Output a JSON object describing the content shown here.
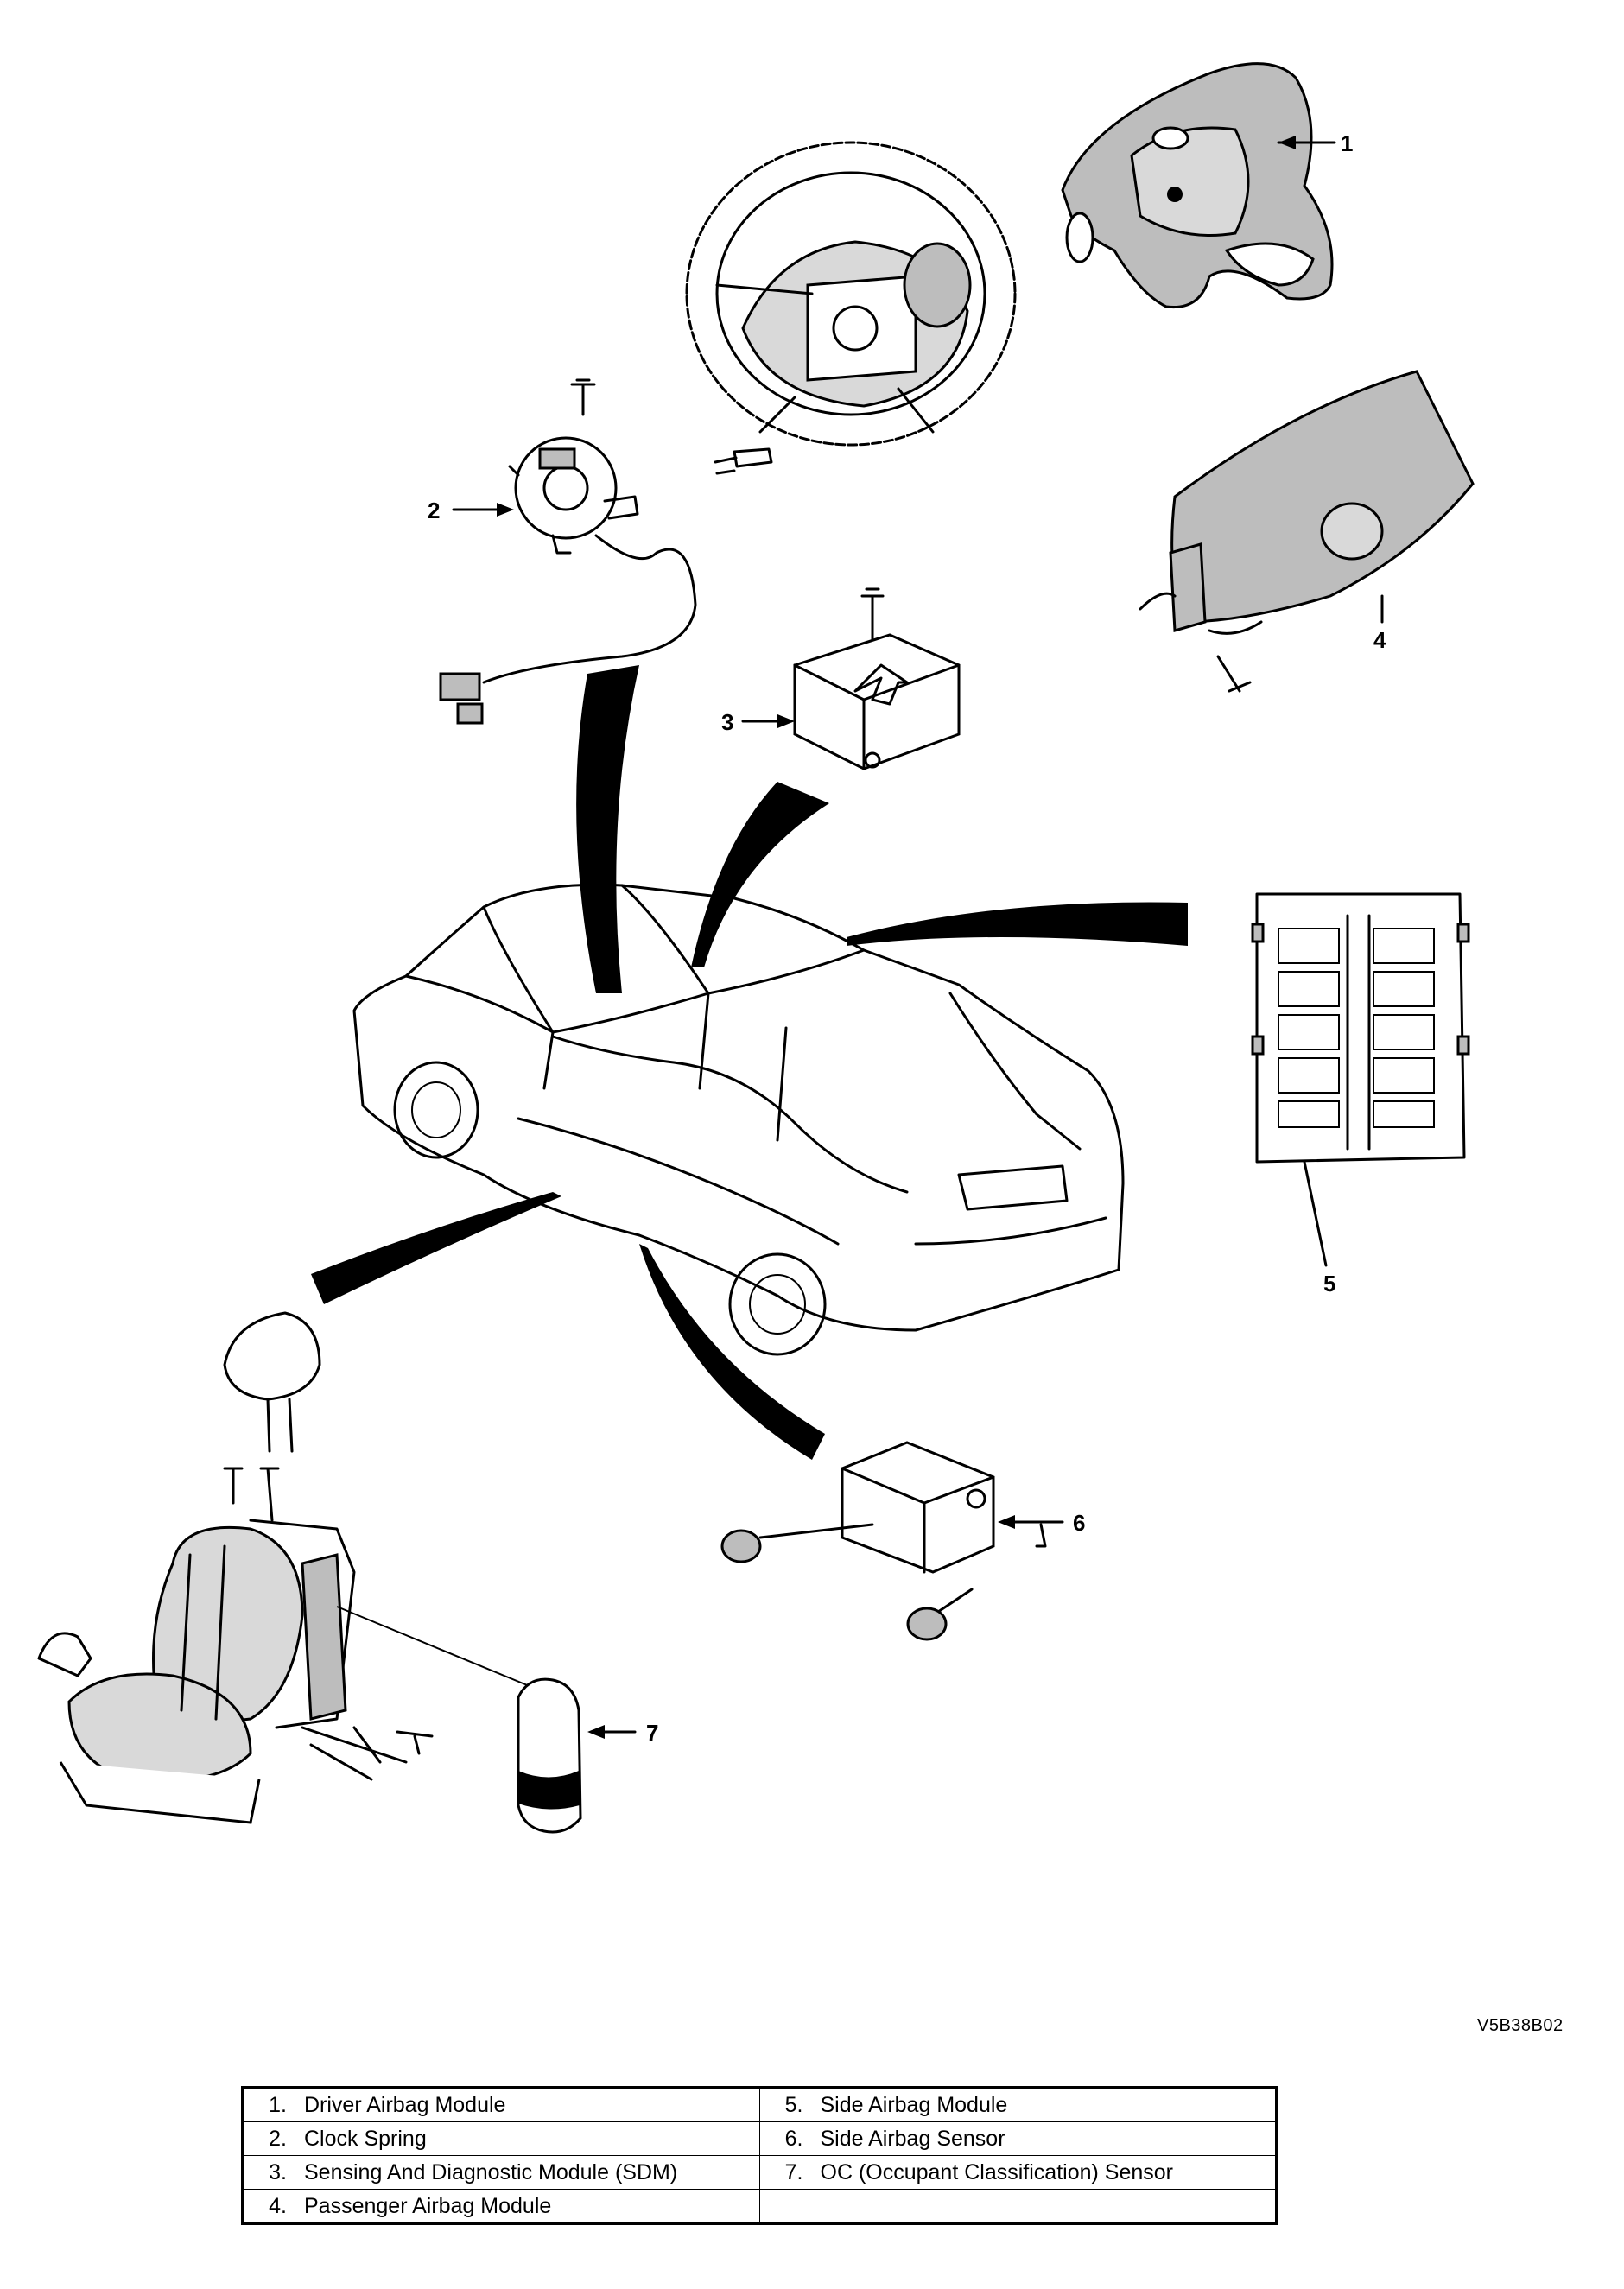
{
  "diagram": {
    "drawing_code": "V5B38B02",
    "callouts": [
      "1",
      "2",
      "3",
      "4",
      "5",
      "6",
      "7"
    ],
    "legend": [
      {
        "num": "1.",
        "label": "Driver Airbag Module"
      },
      {
        "num": "2.",
        "label": "Clock Spring"
      },
      {
        "num": "3.",
        "label": "Sensing And Diagnostic Module (SDM)"
      },
      {
        "num": "4.",
        "label": "Passenger Airbag Module"
      },
      {
        "num": "5.",
        "label": "Side Airbag Module"
      },
      {
        "num": "6.",
        "label": "Side Airbag Sensor"
      },
      {
        "num": "7.",
        "label": "OC (Occupant Classification) Sensor"
      }
    ]
  }
}
